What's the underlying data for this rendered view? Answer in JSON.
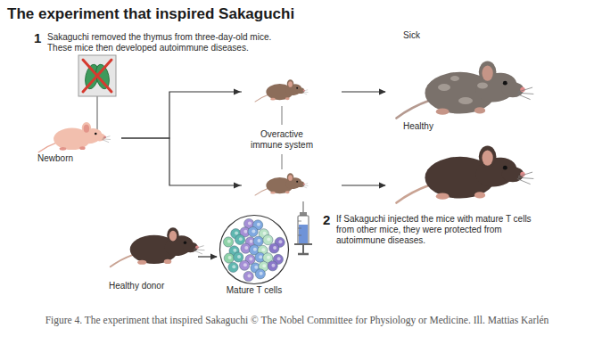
{
  "diagram": {
    "title": "The experiment that inspired Sakaguchi",
    "caption": "Figure 4. The experiment that inspired Sakaguchi © The Nobel Committee for Physiology or Medicine. Ill. Mattias Karlén",
    "nodes": [
      {
        "text": [
          "Newborn"
        ]
      },
      {
        "text": [
          "Sick"
        ]
      },
      {
        "text": [
          "Healthy"
        ]
      },
      {
        "text": [
          "Healthy donor"
        ]
      },
      {
        "text": [
          "Mature T cells"
        ]
      }
    ],
    "edges": [
      {
        "from": 0,
        "to": 1,
        "arrow": "to"
      },
      {
        "from": 0,
        "to": 2,
        "arrow": "to"
      },
      {
        "from": 3,
        "to": 4,
        "arrow": "to"
      }
    ],
    "labels": [
      "1",
      "Sakaguchi removed the thymus from three-day-old mice. These mice then developed autoimmune diseases.",
      "Overactive immune system",
      "2",
      "If Sakaguchi injected the mice with mature T cells from other mice, they were protected from autoimmune diseases."
    ]
  }
}
